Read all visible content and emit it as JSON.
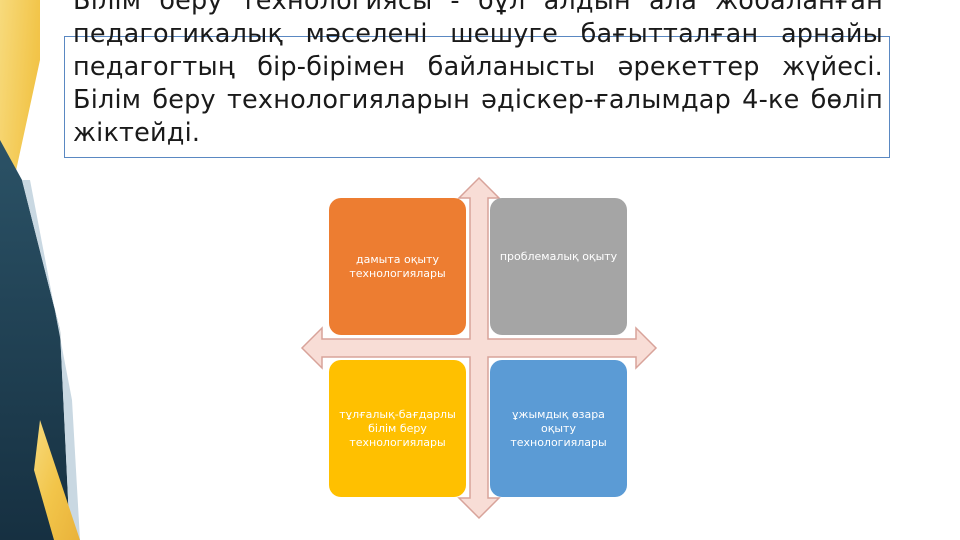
{
  "paragraph": {
    "text": "Білім беру технологиясы - бұл алдын ала жобаланған педагогикалық мәселені шешуге бағытталған арнайы педагогтың бір-бірімен байланысты әрекеттер жүйесі. Білім беру технологияларын әдіскер-ғалымдар 4-ке бөліп жіктейді."
  },
  "diagram": {
    "boxes": [
      {
        "label": "дамыта оқыту технологиялары",
        "color": "#ed7d31"
      },
      {
        "label": "проблемалық оқыту",
        "color": "#a5a5a5"
      },
      {
        "label": "тұлғалық-бағдарлы білім беру технологиялары",
        "color": "#ffc000"
      },
      {
        "label": "ұжымдық өзара оқыту технологиялары",
        "color": "#5b9bd5"
      }
    ],
    "arrow_fill": "#f8ddd6",
    "arrow_stroke": "#d8a39a"
  },
  "theme": {
    "dark_panel": "#1f3b4d",
    "gold": "#f2c54a"
  }
}
